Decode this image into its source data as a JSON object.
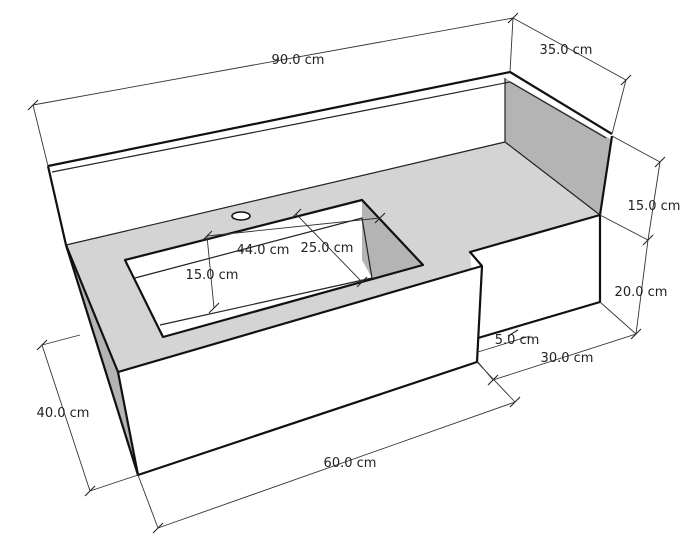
{
  "diagram": {
    "units": "cm",
    "colors": {
      "outline": "#111111",
      "face_white": "#ffffff",
      "face_light": "#d4d4d4",
      "face_dark": "#b4b4b4",
      "dimension_line": "#333333"
    },
    "dimensions": {
      "total_width": "90.0 cm",
      "total_depth": "35.0 cm",
      "back_height": "15.0 cm",
      "step_height": "20.0 cm",
      "step_offset": "5.0 cm",
      "step_depth": "30.0 cm",
      "front_width": "60.0 cm",
      "front_height": "40.0 cm",
      "basin_width": "44.0 cm",
      "basin_depth": "25.0 cm",
      "basin_inner_depth": "15.0 cm"
    }
  }
}
